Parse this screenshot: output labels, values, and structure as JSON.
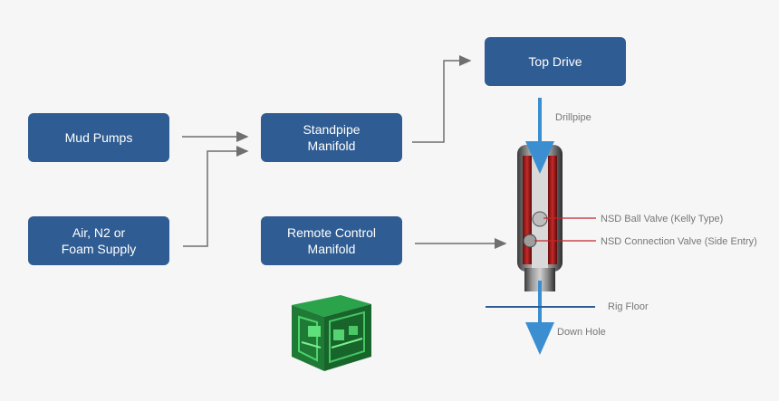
{
  "nodes": {
    "mud_pumps": "Mud Pumps",
    "air_supply": "Air, N2 or\nFoam Supply",
    "standpipe_manifold": "Standpipe\nManifold",
    "remote_control_manifold": "Remote Control\nManifold",
    "top_drive": "Top Drive"
  },
  "labels": {
    "drillpipe": "Drillpipe",
    "ball_valve": "NSD Ball Valve (Kelly Type)",
    "connection_valve": "NSD Connection Valve (Side Entry)",
    "rig_floor": "Rig Floor",
    "down_hole": "Down Hole"
  },
  "colors": {
    "box_fill": "#2f5c92",
    "connector": "#6f6f6f",
    "flow_arrow": "#3b8fd0",
    "valve_leader": "#c1272d",
    "manifold_green": "#1f8a3a"
  }
}
